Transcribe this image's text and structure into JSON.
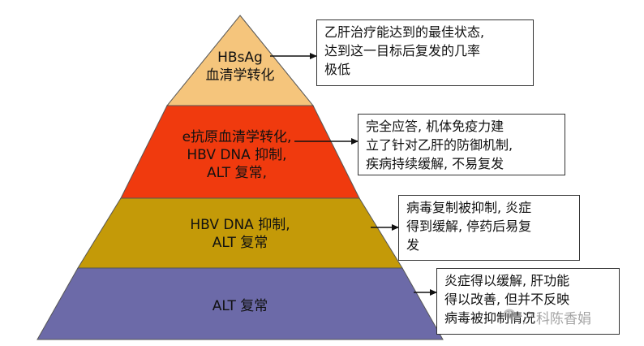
{
  "colors": {
    "tier1": "#F5C57C",
    "tier2": "#F03A0E",
    "tier3": "#C49A08",
    "tier4": "#6C6AA8",
    "outline": "#555555",
    "arrow": "#111111"
  },
  "tiers": [
    {
      "lines": [
        "HBsAg",
        "血清学转化"
      ]
    },
    {
      "lines": [
        "e抗原血清学转化,",
        "HBV DNA 抑制,",
        "ALT 复常,"
      ]
    },
    {
      "lines": [
        "HBV DNA 抑制,",
        "ALT 复常"
      ]
    },
    {
      "lines": [
        "ALT 复常"
      ]
    }
  ],
  "notes": [
    {
      "lines": [
        "乙肝治疗能达到的最佳状态,",
        "达到这一目标后复发的几率",
        "极低"
      ]
    },
    {
      "lines": [
        "完全应答, 机体免疫力建",
        "立了针对乙肝的防御机制,",
        "疾病持续缓解, 不易复发"
      ]
    },
    {
      "lines": [
        "病毒复制被抑制, 炎症",
        "得到缓解, 停药后易复",
        "发"
      ]
    },
    {
      "lines": [
        "炎症得以缓解, 肝功能",
        "得以改善, 但并不反映",
        "病毒被抑制情况"
      ]
    }
  ],
  "watermark": {
    "text": "产科陈香娟",
    "icon": "wechat-icon"
  }
}
